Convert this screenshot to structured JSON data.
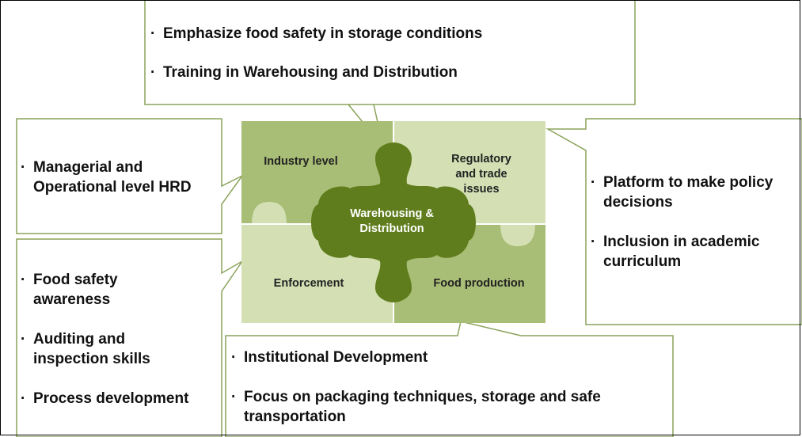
{
  "callouts": {
    "top": [
      "Emphasize food safety in storage conditions",
      "Training in Warehousing and Distribution"
    ],
    "left_top": [
      "Managerial and Operational level HRD"
    ],
    "left_bottom": [
      "Food safety awareness",
      "Auditing and inspection skills",
      "Process development"
    ],
    "right": [
      "Platform to make policy decisions",
      "Inclusion in academic curriculum"
    ],
    "bottom": [
      "Institutional Development",
      "Focus on packaging techniques, storage and safe transportation"
    ]
  },
  "pieces": {
    "top_left": "Industry level",
    "top_right": "Regulatory and trade issues",
    "bottom_left": "Enforcement",
    "bottom_right": "Food production",
    "center": "Warehousing & Distribution"
  },
  "colors": {
    "callout_border": "#8aa35a",
    "piece_dark": "#a8bd76",
    "piece_light": "#d4e0b4",
    "center": "#5f7d1c"
  }
}
